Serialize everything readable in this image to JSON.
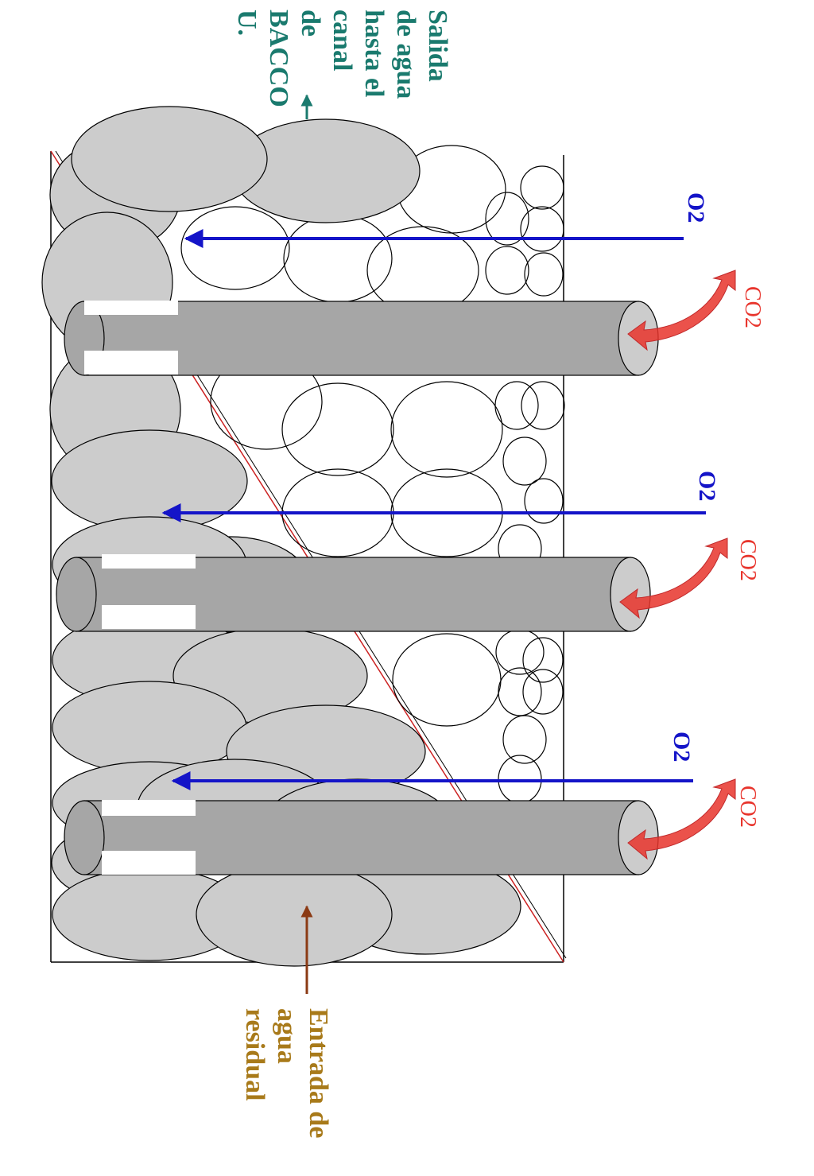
{
  "labels": {
    "outlet": [
      "Salida",
      "de agua",
      "hasta el",
      "canal",
      "de",
      "BACCO",
      "U."
    ],
    "inlet": [
      "Entrada de",
      "agua",
      "residual"
    ],
    "o2": "O2",
    "co2": "CO2"
  },
  "colors": {
    "outlet_text": "#1a7a6e",
    "inlet_text": "#a87a1a",
    "inlet_arrow": "#8b3a14",
    "o2": "#1414c8",
    "co2": "#e8342c",
    "biofilm": "#cccccc",
    "pipe": "#a6a6a6",
    "diagonal": "#cc2222"
  }
}
